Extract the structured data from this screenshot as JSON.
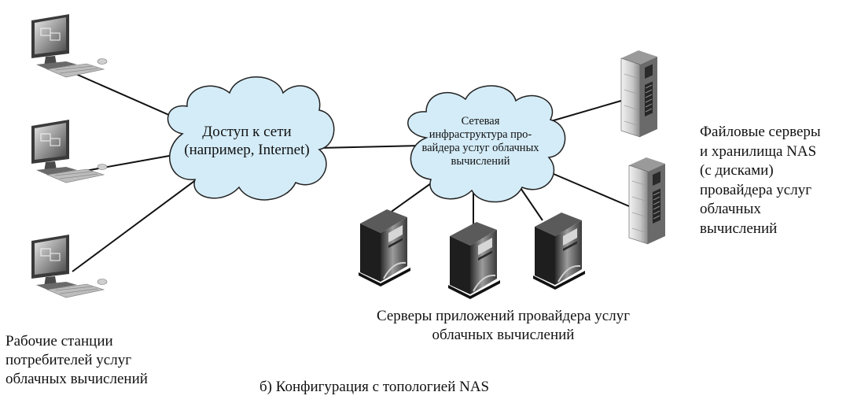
{
  "clouds": {
    "access": {
      "lines": [
        "Доступ к сети",
        "(например, Internet)"
      ]
    },
    "provider": {
      "lines": [
        "Сетевая",
        "инфраструктура про-",
        "вайдера услуг облачных",
        "вычислений"
      ]
    }
  },
  "labels": {
    "file_servers": [
      "Файловые серверы",
      "и хранилища NAS",
      "(с дисками)",
      "провайдера услуг",
      "облачных",
      "вычислений"
    ],
    "app_servers": [
      "Серверы приложений провайдера услуг",
      "облачных вычислений"
    ],
    "workstations": [
      "Рабочие станции",
      "потребителей услуг",
      "облачных вычислений"
    ]
  },
  "caption": "б) Конфигурация с топологией NAS",
  "colors": {
    "cloud_fill": "#d4ecf8",
    "cloud_stroke": "#222222",
    "link": "#111111"
  }
}
